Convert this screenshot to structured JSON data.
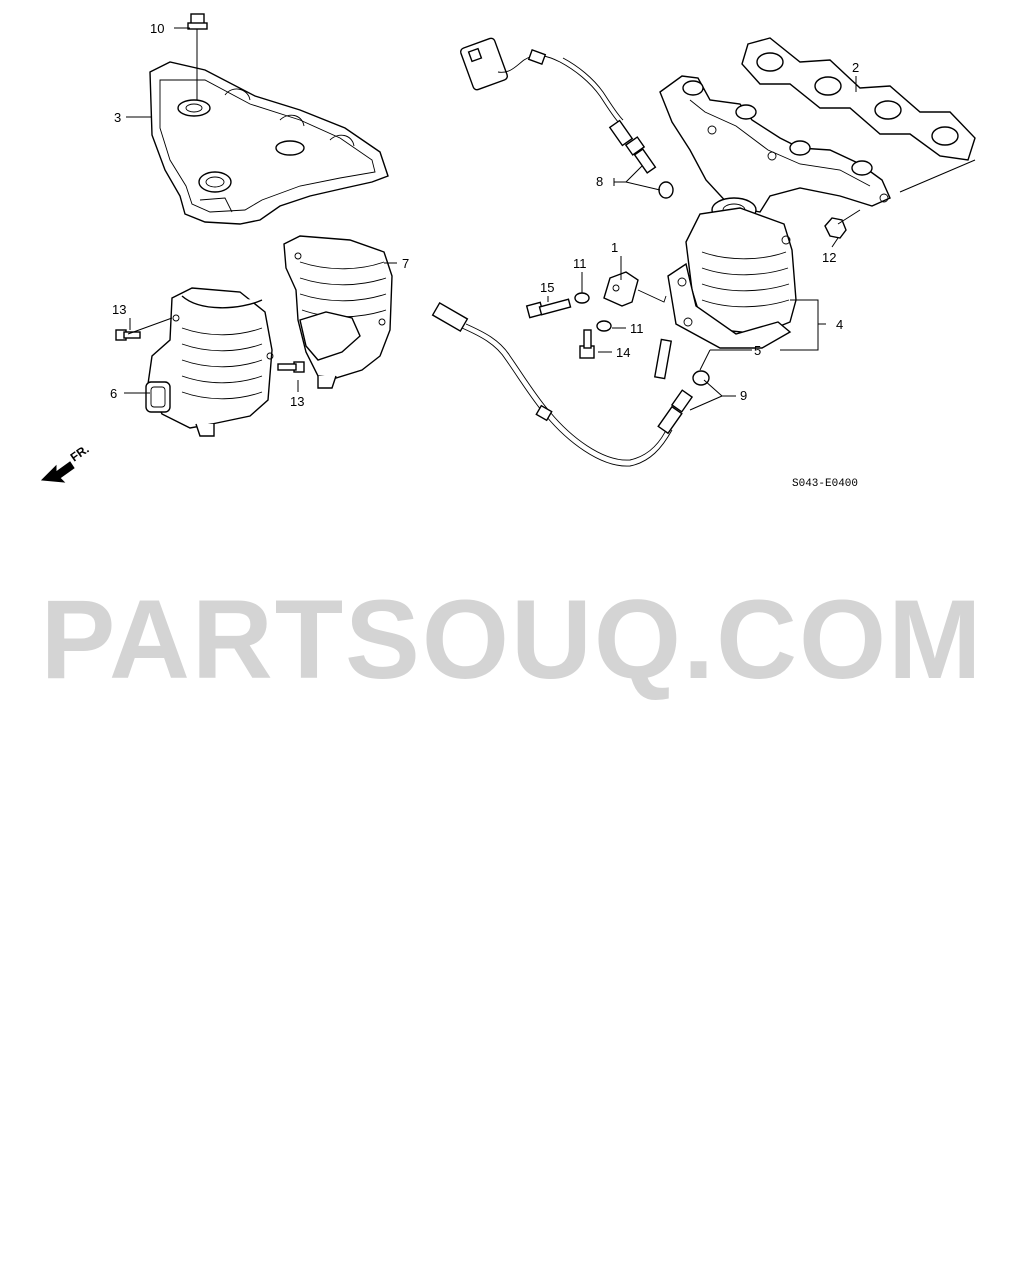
{
  "callouts": {
    "n1": "1",
    "n2": "2",
    "n3": "3",
    "n4": "4",
    "n5": "5",
    "n6": "6",
    "n7": "7",
    "n8": "8",
    "n9": "9",
    "n10": "10",
    "n11a": "11",
    "n11b": "11",
    "n12": "12",
    "n13a": "13",
    "n13b": "13",
    "n14": "14",
    "n15": "15"
  },
  "front_label": "FR.",
  "drawing_ref": "S043-E0400",
  "watermark": "PARTSOUQ.COM"
}
